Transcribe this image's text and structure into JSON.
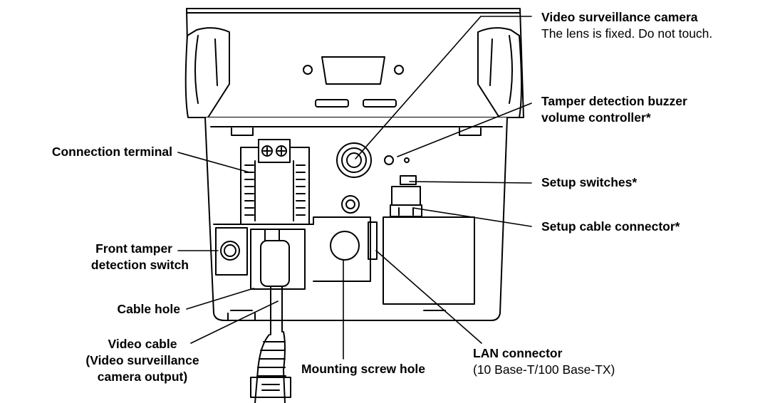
{
  "callouts": {
    "video_camera": {
      "title": "Video surveillance camera",
      "note": "The lens is fixed. Do not touch."
    },
    "tamper_buzzer": {
      "line1": "Tamper detection buzzer",
      "line2": "volume controller*"
    },
    "setup_switches": {
      "title": "Setup switches*"
    },
    "setup_cable": {
      "title": "Setup cable connector*"
    },
    "connection_terminal": {
      "title": "Connection terminal"
    },
    "front_tamper": {
      "line1": "Front tamper",
      "line2": "detection switch"
    },
    "cable_hole": {
      "title": "Cable hole"
    },
    "video_cable": {
      "line1": "Video cable",
      "line2": "(Video surveillance",
      "line3": "camera output)"
    },
    "mounting_screw": {
      "title": "Mounting screw hole"
    },
    "lan_connector": {
      "title": "LAN connector",
      "note": "(10 Base-T/100 Base-TX)"
    }
  }
}
